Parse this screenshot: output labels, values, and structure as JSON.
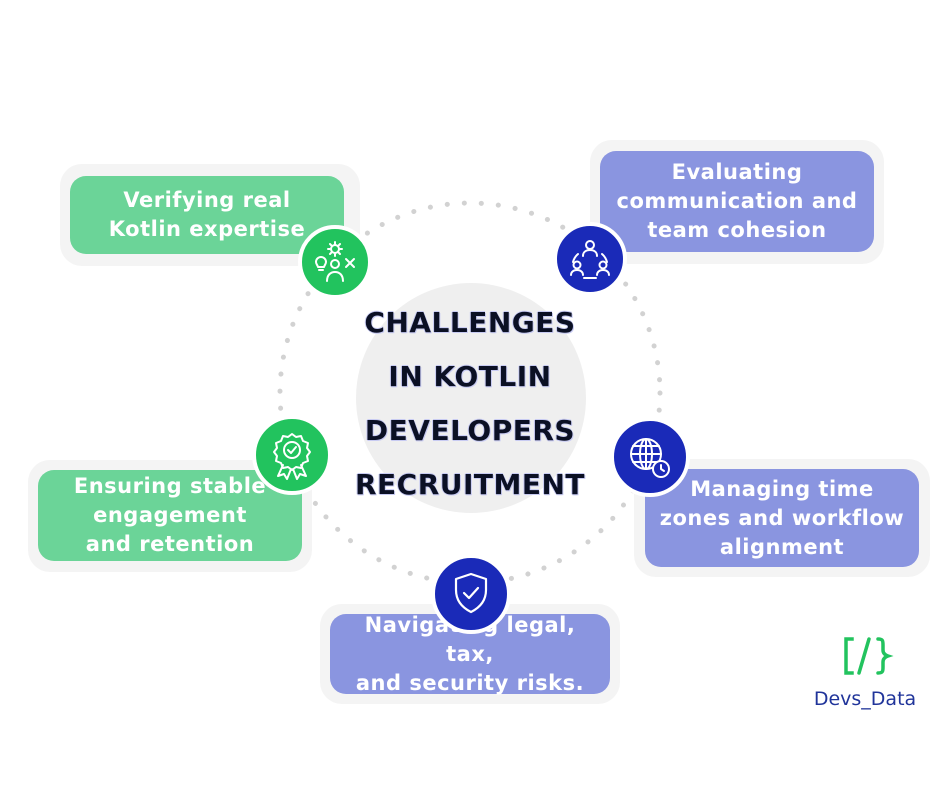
{
  "diagram": {
    "center_title_lines": [
      "CHALLENGES",
      "IN KOTLIN",
      "DEVELOPERS",
      "RECRUITMENT"
    ],
    "items": [
      {
        "lines": [
          "Verifying real",
          "Kotlin expertise"
        ],
        "icon": "skills-gear-lightbulb-icon",
        "color": "#6bd498"
      },
      {
        "lines": [
          "Evaluating",
          "communication and",
          "team cohesion"
        ],
        "icon": "team-network-icon",
        "color": "#8a95e0"
      },
      {
        "lines": [
          "Ensuring stable",
          "engagement",
          "and retention"
        ],
        "icon": "award-badge-icon",
        "color": "#6bd498"
      },
      {
        "lines": [
          "Managing time",
          "zones and workflow",
          "alignment"
        ],
        "icon": "globe-clock-icon",
        "color": "#8a95e0"
      },
      {
        "lines": [
          "Navigating legal, tax,",
          "and security risks."
        ],
        "icon": "shield-check-icon",
        "color": "#8a95e0"
      }
    ]
  },
  "brand": {
    "logo_mark": "[/}",
    "name": "Devs_Data",
    "colors": {
      "green": "#22c35e",
      "blue": "#1a2ab8",
      "text": "#20349a"
    }
  }
}
